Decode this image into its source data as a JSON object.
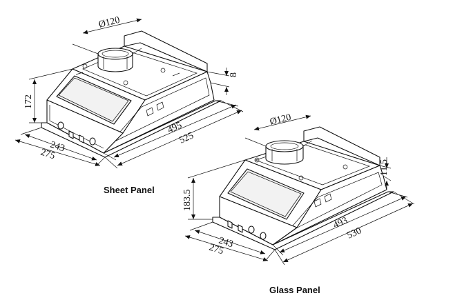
{
  "top_unit": {
    "caption": "Sheet Panel",
    "dims": {
      "duct": "Ø120",
      "height": "172",
      "lip": "8",
      "len_inner": "495",
      "len_outer": "525",
      "wid_inner": "243",
      "wid_outer": "275"
    }
  },
  "bottom_unit": {
    "caption": "Glass Panel",
    "dims": {
      "duct": "Ø120",
      "height": "183.5",
      "lip": "11.5",
      "len_inner": "493",
      "len_outer": "530",
      "wid_inner": "243",
      "wid_outer": "275"
    }
  },
  "colors": {
    "line": "#111111",
    "background": "#ffffff"
  }
}
